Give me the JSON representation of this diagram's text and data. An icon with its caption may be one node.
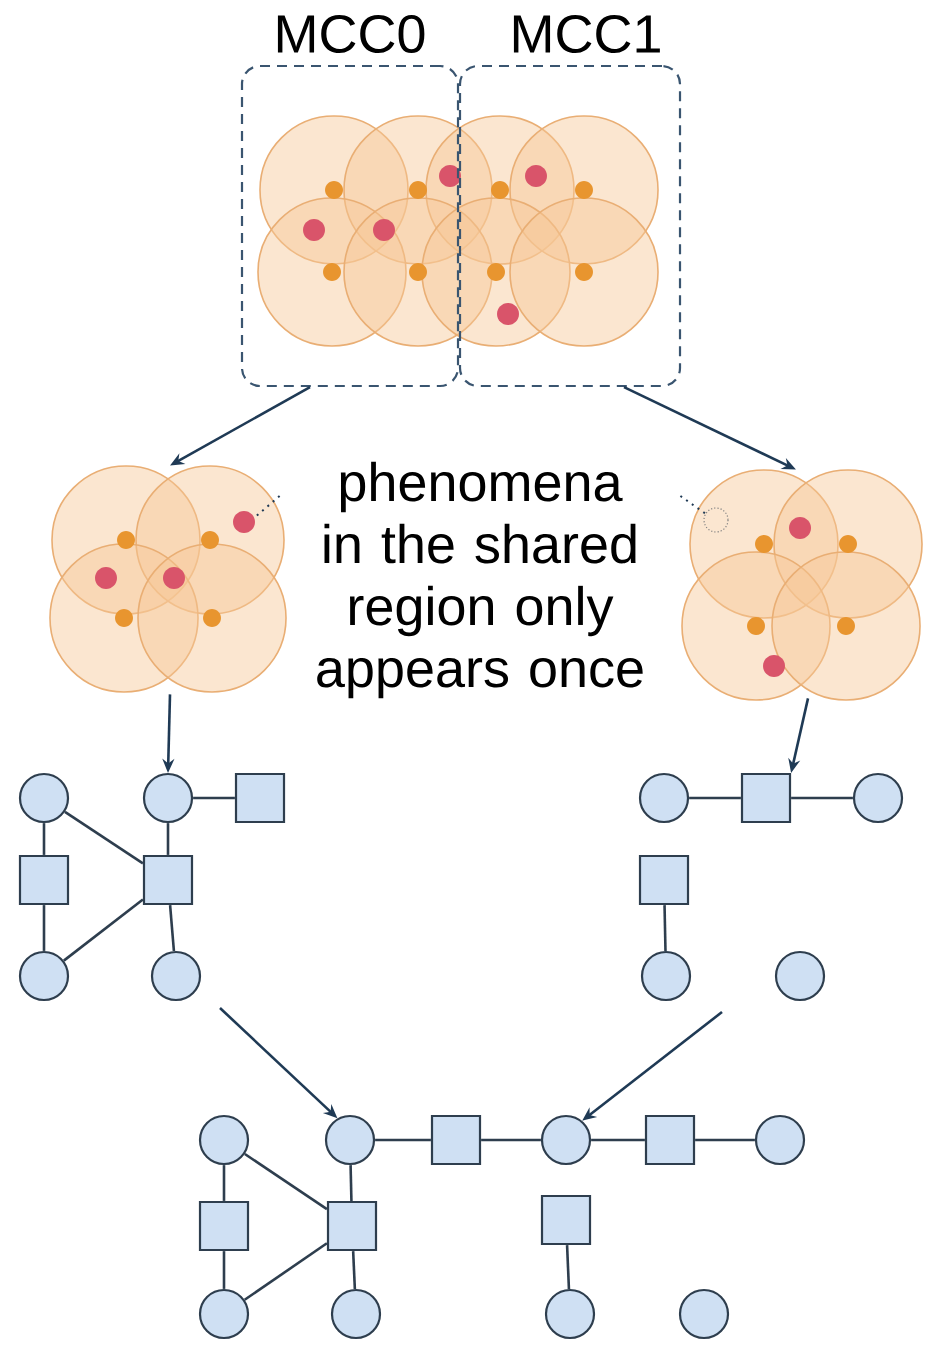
{
  "diagram": {
    "nodes": [
      {
        "text": [
          "MCC0"
        ]
      },
      {
        "text": [
          "MCC1"
        ]
      },
      {
        "text": [],
        "shape": "picture"
      },
      {
        "text": [
          "phenomena in the shared region only appears once"
        ]
      },
      {
        "text": [],
        "shape": "picture"
      },
      {
        "text": [],
        "shape": "circle"
      },
      {
        "text": [],
        "shape": "circle"
      },
      {
        "text": [],
        "shape": "box"
      },
      {
        "text": [],
        "shape": "box"
      },
      {
        "text": [],
        "shape": "box"
      },
      {
        "text": [],
        "shape": "circle"
      },
      {
        "text": [],
        "shape": "circle"
      },
      {
        "text": [],
        "shape": "circle"
      },
      {
        "text": [],
        "shape": "box"
      },
      {
        "text": [],
        "shape": "circle"
      },
      {
        "text": [],
        "shape": "box"
      },
      {
        "text": [],
        "shape": "circle"
      },
      {
        "text": [],
        "shape": "circle"
      },
      {
        "text": [],
        "shape": "circle"
      },
      {
        "text": [],
        "shape": "circle"
      },
      {
        "text": [],
        "shape": "box"
      },
      {
        "text": [],
        "shape": "circle"
      },
      {
        "text": [],
        "shape": "box"
      },
      {
        "text": [],
        "shape": "circle"
      },
      {
        "text": [],
        "shape": "box"
      },
      {
        "text": [],
        "shape": "box"
      },
      {
        "text": [],
        "shape": "box"
      },
      {
        "text": [],
        "shape": "circle"
      },
      {
        "text": [],
        "shape": "circle"
      },
      {
        "text": [],
        "shape": "circle"
      },
      {
        "text": [],
        "shape": "circle"
      }
    ],
    "edges": [
      {
        "from": 0,
        "to": 2,
        "arrow": "to"
      },
      {
        "from": 1,
        "to": 4,
        "arrow": "to"
      },
      {
        "from": 3,
        "to": 2,
        "arrow": "none",
        "style": "dashed"
      },
      {
        "from": 3,
        "to": 4,
        "arrow": "none",
        "style": "dashed"
      },
      {
        "from": 2,
        "to": 6,
        "arrow": "to"
      },
      {
        "from": 4,
        "to": 13,
        "arrow": "to"
      },
      {
        "from": null,
        "to": 19,
        "arrow": "to"
      },
      {
        "from": null,
        "to": 21,
        "arrow": "to"
      },
      {
        "from": 5,
        "to": 8,
        "arrow": "none"
      },
      {
        "from": 8,
        "to": 10,
        "arrow": "none"
      },
      {
        "from": 5,
        "to": 9,
        "arrow": "none"
      },
      {
        "from": 6,
        "to": 9,
        "arrow": "none"
      },
      {
        "from": 6,
        "to": 7,
        "arrow": "none"
      },
      {
        "from": 9,
        "to": 10,
        "arrow": "none"
      },
      {
        "from": 9,
        "to": 11,
        "arrow": "none"
      },
      {
        "from": 12,
        "to": 13,
        "arrow": "none"
      },
      {
        "from": 13,
        "to": 14,
        "arrow": "none"
      },
      {
        "from": 15,
        "to": 16,
        "arrow": "none"
      },
      {
        "from": 18,
        "to": 24,
        "arrow": "none"
      },
      {
        "from": 24,
        "to": 27,
        "arrow": "none"
      },
      {
        "from": 18,
        "to": 25,
        "arrow": "none"
      },
      {
        "from": 19,
        "to": 25,
        "arrow": "none"
      },
      {
        "from": 25,
        "to": 27,
        "arrow": "none"
      },
      {
        "from": 25,
        "to": 28,
        "arrow": "none"
      },
      {
        "from": 19,
        "to": 20,
        "arrow": "none"
      },
      {
        "from": 20,
        "to": 21,
        "arrow": "none"
      },
      {
        "from": 21,
        "to": 22,
        "arrow": "none"
      },
      {
        "from": 22,
        "to": 23,
        "arrow": "none"
      },
      {
        "from": 26,
        "to": 29,
        "arrow": "none"
      }
    ]
  }
}
